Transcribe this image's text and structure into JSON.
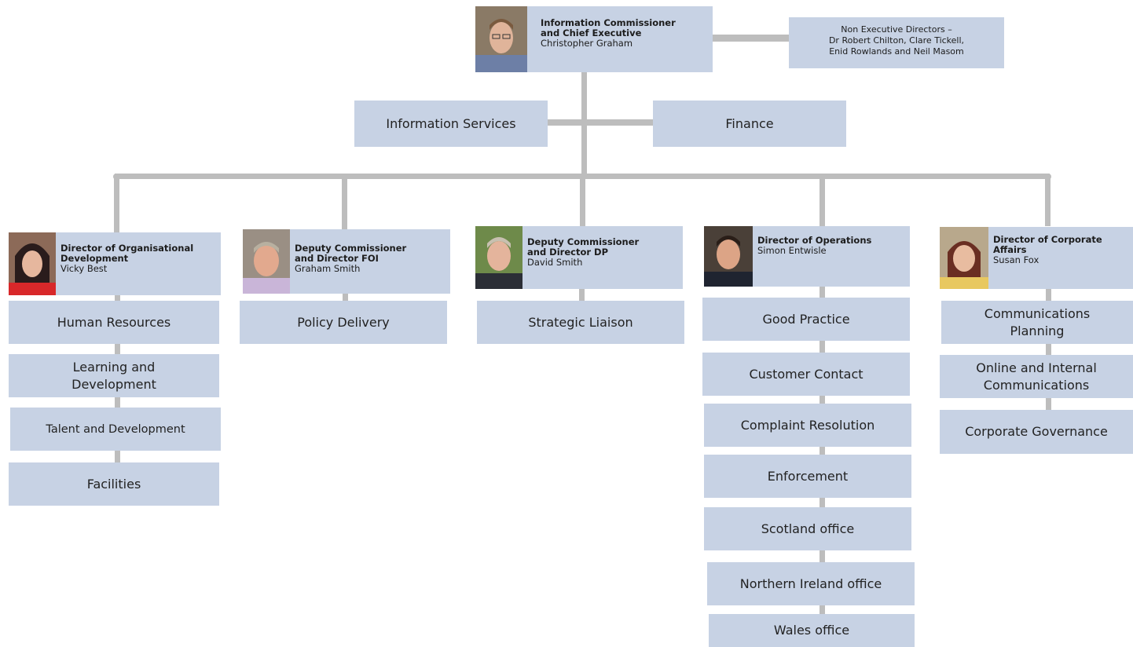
{
  "ceo": {
    "role_line1": "Information Commissioner",
    "role_line2": "and Chief Executive",
    "name": "Christopher Graham"
  },
  "non_exec": {
    "line1": "Non Executive Directors –",
    "line2": "Dr Robert Chilton, Clare Tickell,",
    "line3": "Enid Rowlands and Neil Masom"
  },
  "support": {
    "info_services": "Information Services",
    "finance": "Finance"
  },
  "directors": [
    {
      "role_line1": "Director of Organisational",
      "role_line2": "Development",
      "name": "Vicky Best",
      "units": [
        "Human Resources",
        "Learning and\nDevelopment",
        "Talent and Development",
        "Facilities"
      ]
    },
    {
      "role_line1": "Deputy Commissioner",
      "role_line2": "and Director FOI",
      "name": "Graham Smith",
      "units": [
        "Policy Delivery"
      ]
    },
    {
      "role_line1": "Deputy Commissioner",
      "role_line2": "and Director DP",
      "name": "David Smith",
      "units": [
        "Strategic Liaison"
      ]
    },
    {
      "role_line1": "Director of Operations",
      "role_line2": "",
      "name": "Simon Entwisle",
      "units": [
        "Good Practice",
        "Customer Contact",
        "Complaint Resolution",
        "Enforcement",
        "Scotland office",
        "Northern Ireland office",
        "Wales office"
      ]
    },
    {
      "role_line1": "Director of Corporate",
      "role_line2": "Affairs",
      "name": "Susan Fox",
      "units": [
        "Communications\nPlanning",
        "Online and Internal\nCommunications",
        "Corporate Governance"
      ]
    }
  ],
  "colors": {
    "box": "#c7d2e4",
    "connector": "#bdbdbd"
  },
  "icons": [
    "person-photo-icon"
  ]
}
